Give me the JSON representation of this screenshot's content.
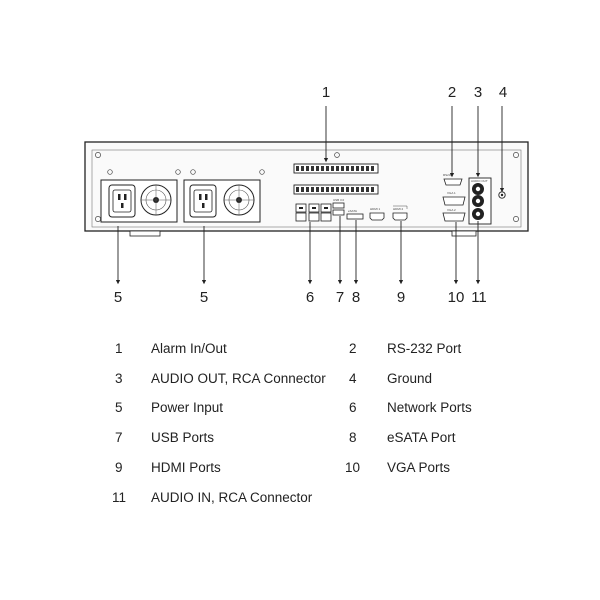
{
  "callouts": [
    {
      "id": "1",
      "label": "1"
    },
    {
      "id": "2",
      "label": "2"
    },
    {
      "id": "3",
      "label": "3"
    },
    {
      "id": "4",
      "label": "4"
    },
    {
      "id": "5a",
      "label": "5"
    },
    {
      "id": "5b",
      "label": "5"
    },
    {
      "id": "6",
      "label": "6"
    },
    {
      "id": "7",
      "label": "7"
    },
    {
      "id": "8",
      "label": "8"
    },
    {
      "id": "9",
      "label": "9"
    },
    {
      "id": "10",
      "label": "10"
    },
    {
      "id": "11",
      "label": "11"
    }
  ],
  "panel_labels": {
    "vga1": "VGA 1",
    "vga2": "VGA 2",
    "usb": "USB 3.0",
    "esata": "eSATA",
    "hdmi1": "HDMI 1",
    "hdmi2": "HDMI 2",
    "rs232": "RS232",
    "audio_out": "AUDIO OUT"
  },
  "legend": [
    {
      "num": "1",
      "label": "Alarm In/Out"
    },
    {
      "num": "2",
      "label": "RS-232 Port"
    },
    {
      "num": "3",
      "label": "AUDIO OUT, RCA Connector"
    },
    {
      "num": "4",
      "label": "Ground"
    },
    {
      "num": "5",
      "label": "Power Input"
    },
    {
      "num": "6",
      "label": "Network Ports"
    },
    {
      "num": "7",
      "label": "USB Ports"
    },
    {
      "num": "8",
      "label": "eSATA Port"
    },
    {
      "num": "9",
      "label": "HDMI Ports"
    },
    {
      "num": "10",
      "label": "VGA Ports"
    },
    {
      "num": "11",
      "label": "AUDIO IN, RCA Connector"
    }
  ]
}
